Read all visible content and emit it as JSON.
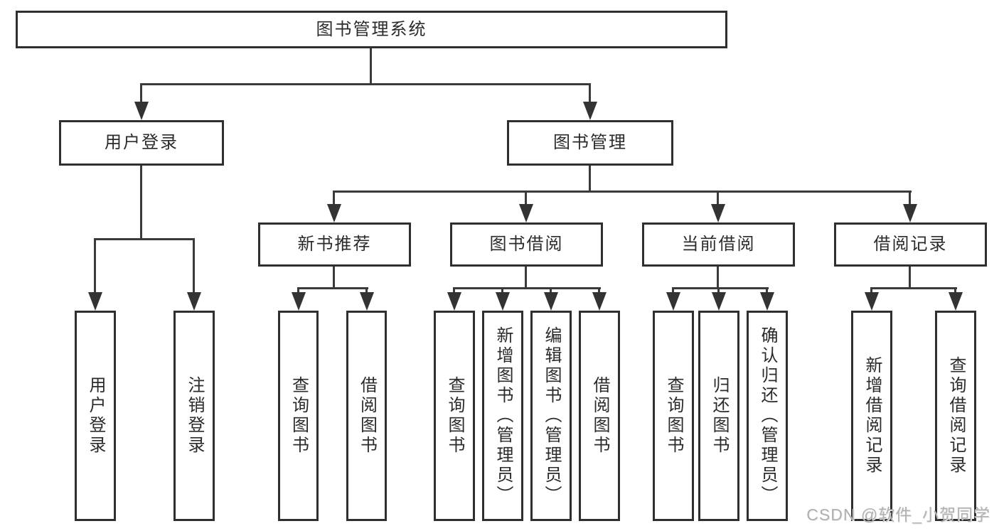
{
  "diagram_title": "图书管理系统",
  "colors": {
    "background": "#ffffff",
    "line": "#3a3a3a",
    "box_border": "#2f2f2f",
    "text": "#2b2b2b",
    "watermark": "#b0b0b0"
  },
  "tree": {
    "label": "图书管理系统",
    "children": [
      {
        "label": "用户登录",
        "children": [
          {
            "label": "用户登录"
          },
          {
            "label": "注销登录"
          }
        ]
      },
      {
        "label": "图书管理",
        "children": [
          {
            "label": "新书推荐",
            "children": [
              {
                "label": "查询图书"
              },
              {
                "label": "借阅图书"
              }
            ]
          },
          {
            "label": "图书借阅",
            "children": [
              {
                "label": "查询图书"
              },
              {
                "label": "新增图书（管理员）"
              },
              {
                "label": "编辑图书（管理员）"
              },
              {
                "label": "借阅图书"
              }
            ]
          },
          {
            "label": "当前借阅",
            "children": [
              {
                "label": "查询图书"
              },
              {
                "label": "归还图书"
              },
              {
                "label": "确认归还（管理员）"
              }
            ]
          },
          {
            "label": "借阅记录",
            "children": [
              {
                "label": "新增借阅记录"
              },
              {
                "label": "查询借阅记录"
              }
            ]
          }
        ]
      }
    ]
  },
  "watermark": {
    "text": "CSDN @软件_小贺同学"
  }
}
